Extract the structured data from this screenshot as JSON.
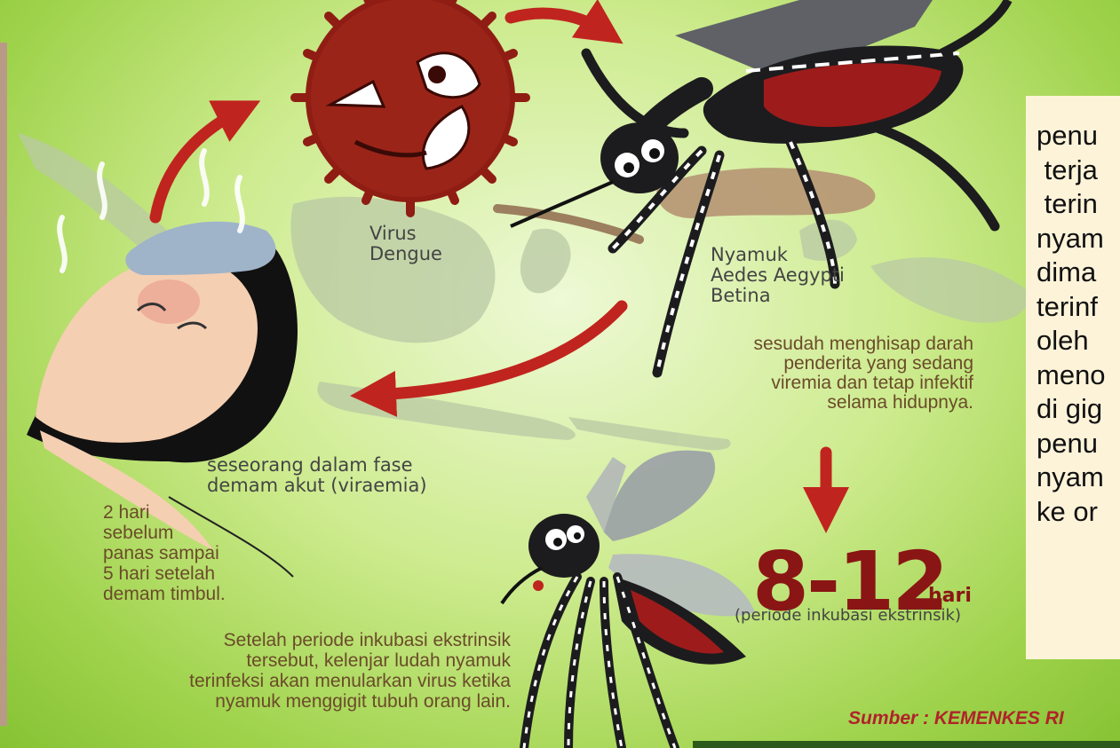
{
  "labels": {
    "virus": "Virus\nDengue",
    "mosquito": "Nyamuk\nAedes Aegypti\nBetina",
    "after_bite": "sesudah menghisap darah\npenderita yang sedang\nviremia dan tetap infektif\nselama hidupnya.",
    "person_phase": "seseorang dalam fase\ndemam akut (viraemia)",
    "viraemia_window": "2 hari\nsebelum\npanas sampai\n5 hari setelah\ndemam timbul.",
    "incubation_value": "8-12",
    "incubation_unit": "hari",
    "incubation_caption": "(periode inkubasi ekstrinsik)",
    "transmission": "Setelah periode inkubasi ekstrinsik\ntersebut, kelenjar ludah nyamuk\nterinfeksi akan menularkan virus ketika\nnyamuk menggigit tubuh orang lain.",
    "source": "Sumber : KEMENKES RI"
  },
  "side_panel": {
    "text": "penu\n terja\n terin\nnyam\ndima\nterinf\noleh\nmeno\ndi gig\npenu\nnyam\nke or"
  },
  "icons": [
    "virus-icon",
    "mosquito-icon",
    "mosquito-biting-icon",
    "sick-person-icon",
    "indonesia-map"
  ],
  "colors": {
    "background_green": "#9ed24a",
    "arrow_red": "#c0241e",
    "virus_red": "#8f1d14",
    "number_red": "#8a1515",
    "panel_cream": "#fdf3d9"
  }
}
